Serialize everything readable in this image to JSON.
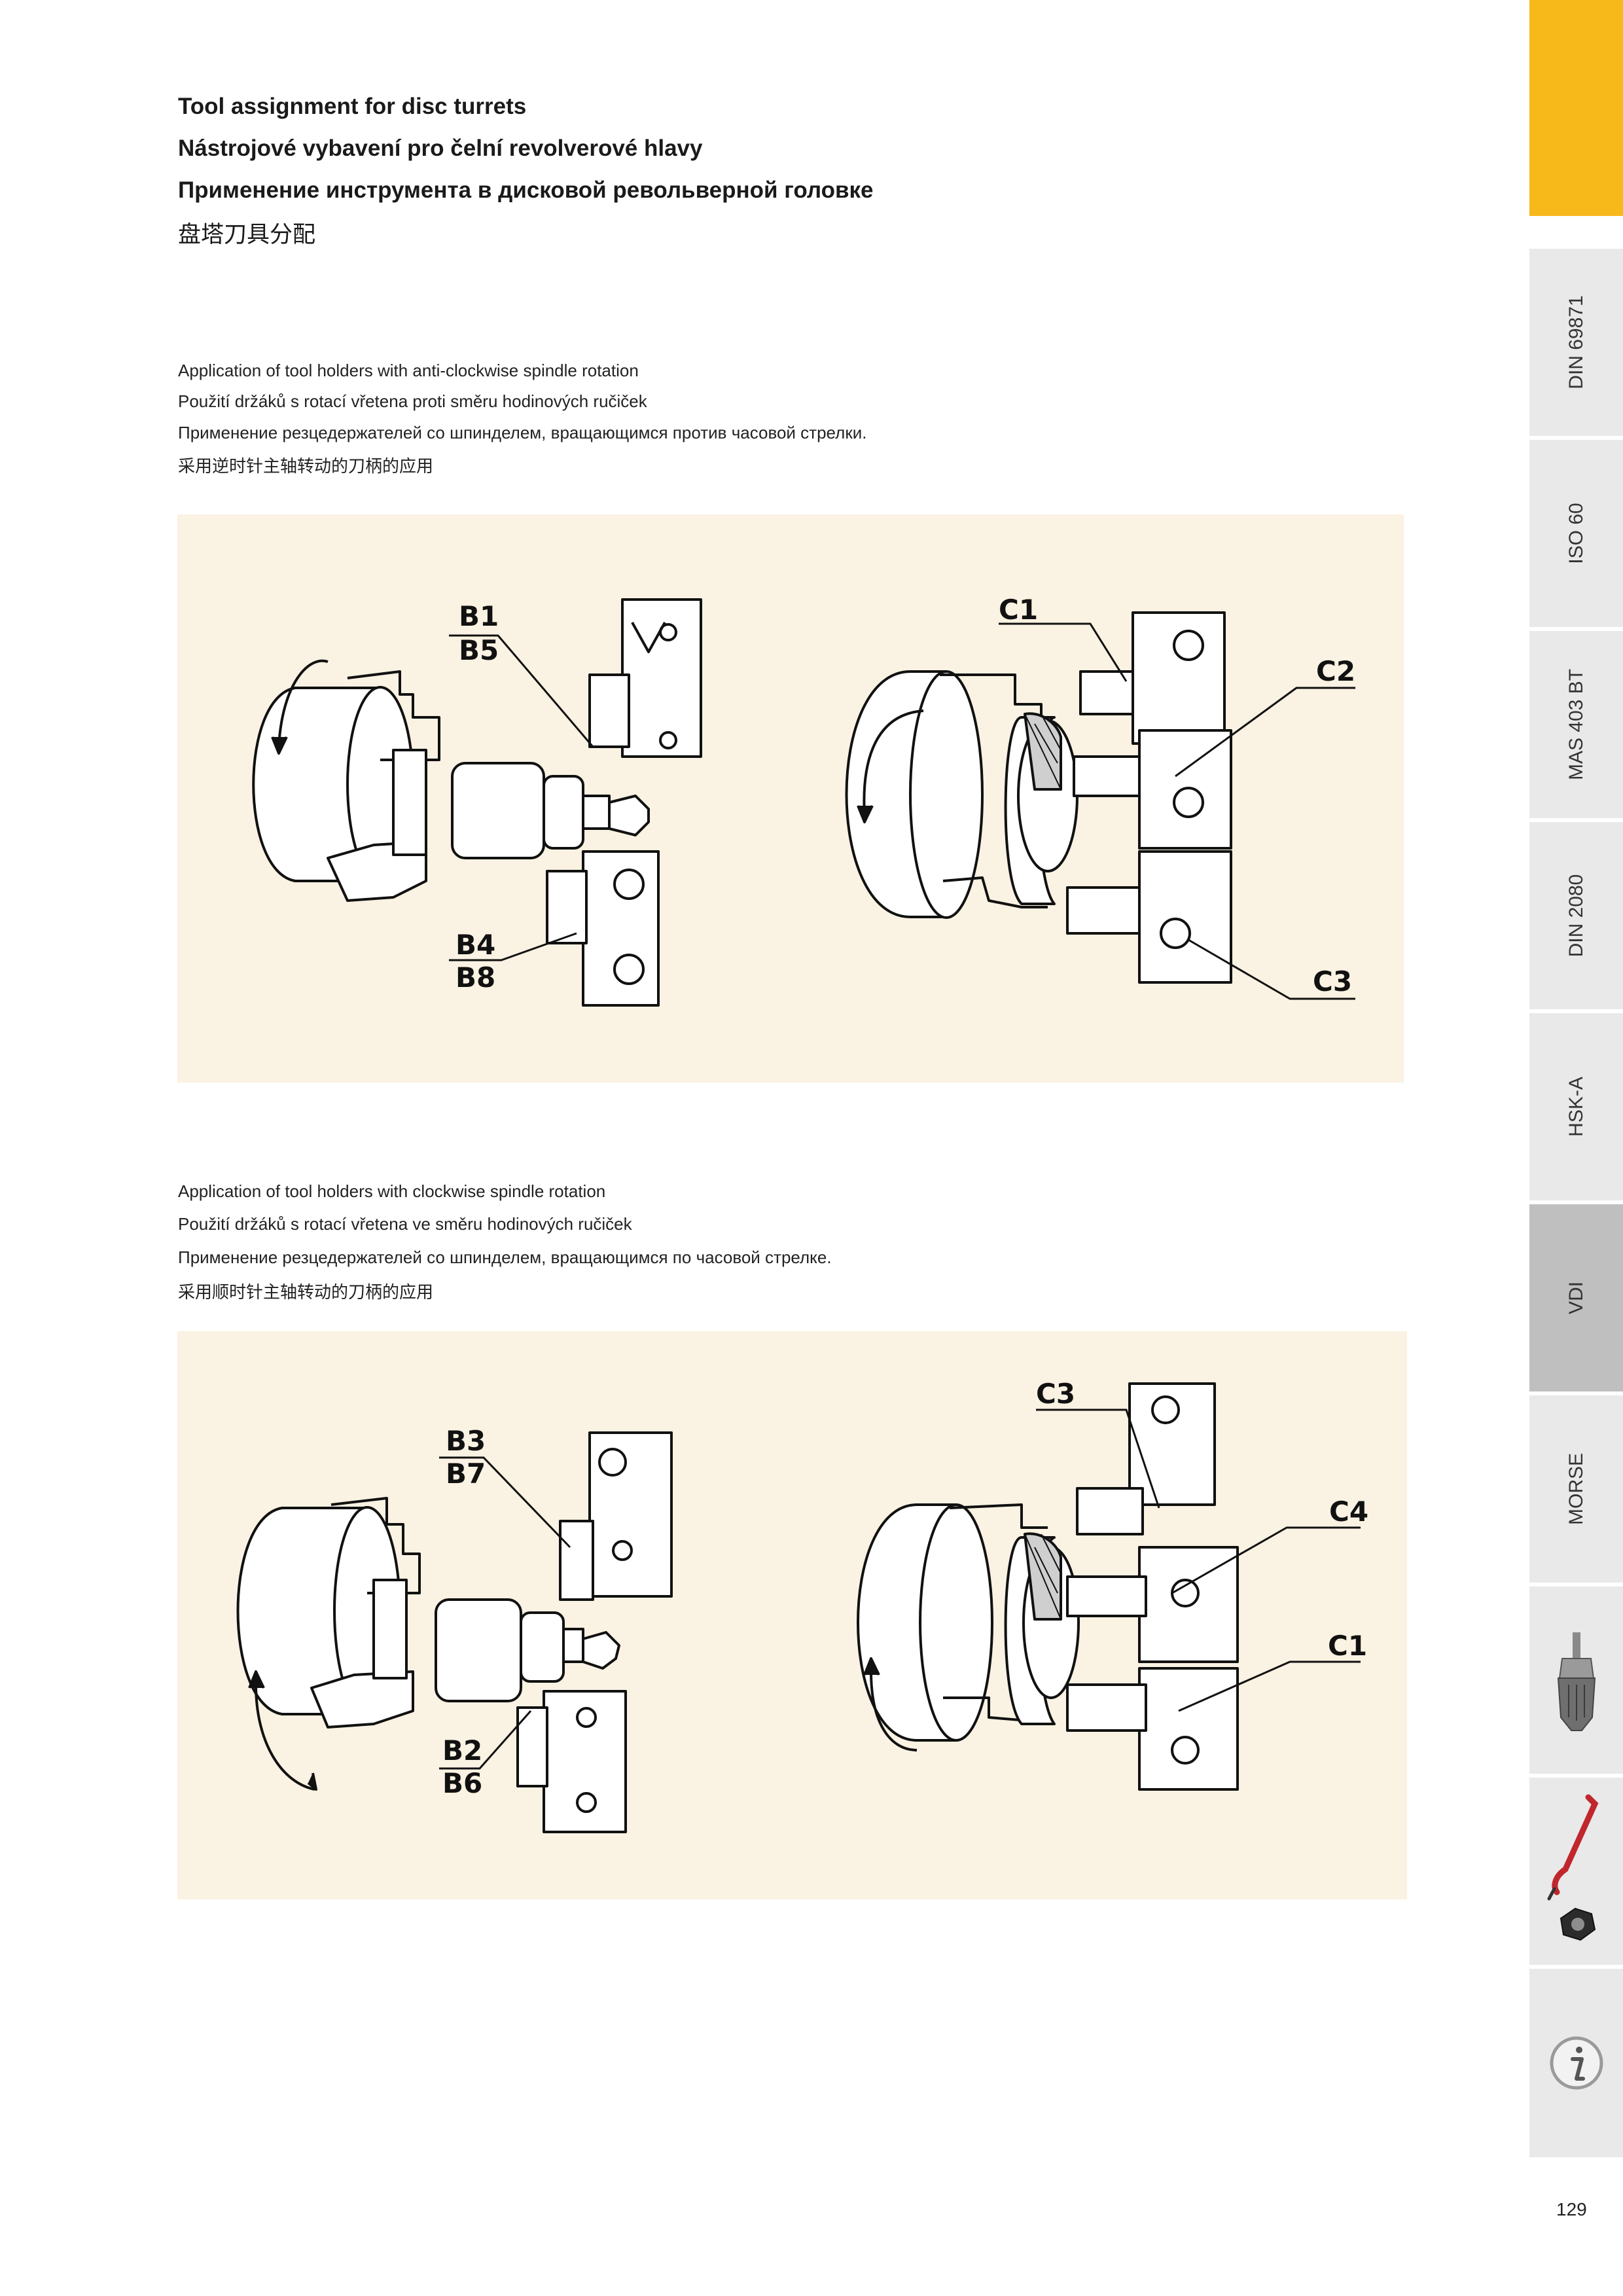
{
  "heading": {
    "en": "Tool assignment for disc turrets",
    "cz": "Nástrojové vybavení pro čelní revolverové hlavy",
    "ru": "Применение инструмента в дисковой револьверной головке",
    "zh": "盘塔刀具分配"
  },
  "section_ccw": {
    "en": "Application of tool holders with anti-clockwise spindle rotation",
    "cz": "Použití držáků s rotací vřetena proti směru hodinových ručiček",
    "ru": "Применение резцедержателей со шпинделем, вращающимся против часовой стрелки.",
    "zh": "采用逆时针主轴转动的刀柄的应用",
    "labels": {
      "b1": "B1",
      "b5": "B5",
      "b4": "B4",
      "b8": "B8",
      "c1": "C1",
      "c2": "C2",
      "c3": "C3"
    }
  },
  "section_cw": {
    "en": "Application of tool holders with clockwise spindle rotation",
    "cz": "Použití držáků s rotací vřetena ve směru hodinových ručiček",
    "ru": "Применение резцедержателей со шпинделем, вращающимся по часовой стрелке.",
    "zh": "采用顺时针主轴转动的刀柄的应用",
    "labels": {
      "b3": "B3",
      "b7": "B7",
      "b2": "B2",
      "b6": "B6",
      "c3": "C3",
      "c4": "C4",
      "c1": "C1"
    }
  },
  "sidebar": {
    "tabs": [
      {
        "label": "DIN 69871"
      },
      {
        "label": "ISO 60"
      },
      {
        "label": "MAS 403 BT"
      },
      {
        "label": "DIN 2080"
      },
      {
        "label": "HSK-A"
      },
      {
        "label": "VDI",
        "active": true
      },
      {
        "label": "MORSE"
      }
    ],
    "icons": [
      "drill-chuck-icon",
      "wrench-nut-icon",
      "info-icon"
    ],
    "accent_color": "#f7b81a",
    "active_color": "#bfbfbf"
  },
  "page_number": "129"
}
